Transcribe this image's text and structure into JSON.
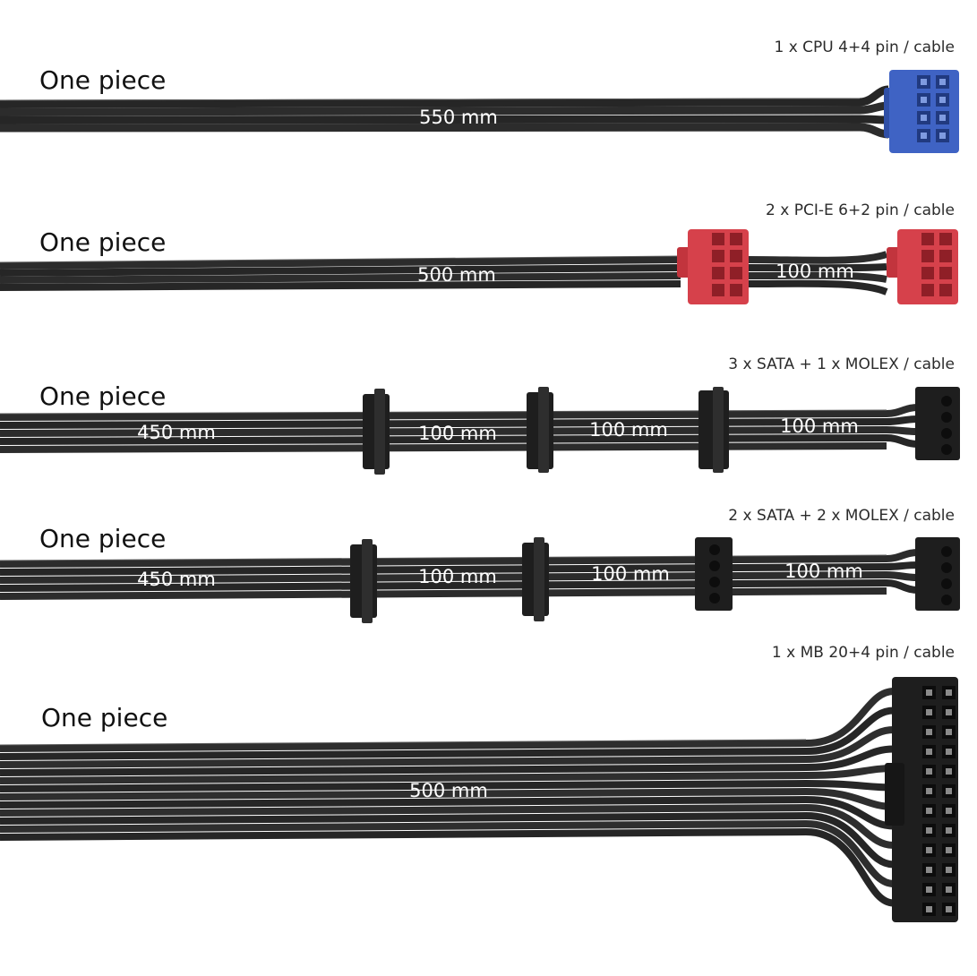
{
  "cables": [
    {
      "id": "cpu",
      "caption": "1 x CPU 4+4 pin / cable",
      "piece_label": "One piece",
      "lengths": [
        "550 mm"
      ],
      "connector_color": "#3f63c4"
    },
    {
      "id": "pcie",
      "caption": "2 x PCI-E 6+2 pin / cable",
      "piece_label": "One piece",
      "lengths": [
        "500 mm",
        "100 mm"
      ],
      "connector_color": "#d6414b"
    },
    {
      "id": "sata-molex-1",
      "caption": "3 x  SATA + 1 x MOLEX / cable",
      "piece_label": "One piece",
      "lengths": [
        "450 mm",
        "100 mm",
        "100 mm",
        "100 mm"
      ],
      "connector_color": "#1e1e1e"
    },
    {
      "id": "sata-molex-2",
      "caption": "2 x  SATA + 2 x MOLEX / cable",
      "piece_label": "One piece",
      "lengths": [
        "450 mm",
        "100 mm",
        "100 mm",
        "100 mm"
      ],
      "connector_color": "#1e1e1e"
    },
    {
      "id": "mb",
      "caption": "1 x MB 20+4 pin / cable",
      "piece_label": "One piece",
      "lengths": [
        "500 mm"
      ],
      "connector_color": "#1e1e1e"
    }
  ],
  "colors": {
    "wire": "#2a2a2a",
    "wire_highlight": "#5a5a5a",
    "background": "#ffffff"
  }
}
